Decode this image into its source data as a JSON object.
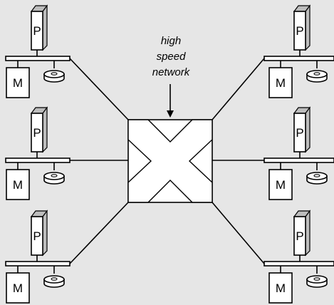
{
  "network_label": {
    "line1": "high",
    "line2": "speed",
    "line3": "network"
  },
  "processor_label": "P",
  "memory_label": "M",
  "colors": {
    "background": "#e6e6e6",
    "node": "#ffffff",
    "stroke": "#000000",
    "shade": "#bdbdbd"
  }
}
